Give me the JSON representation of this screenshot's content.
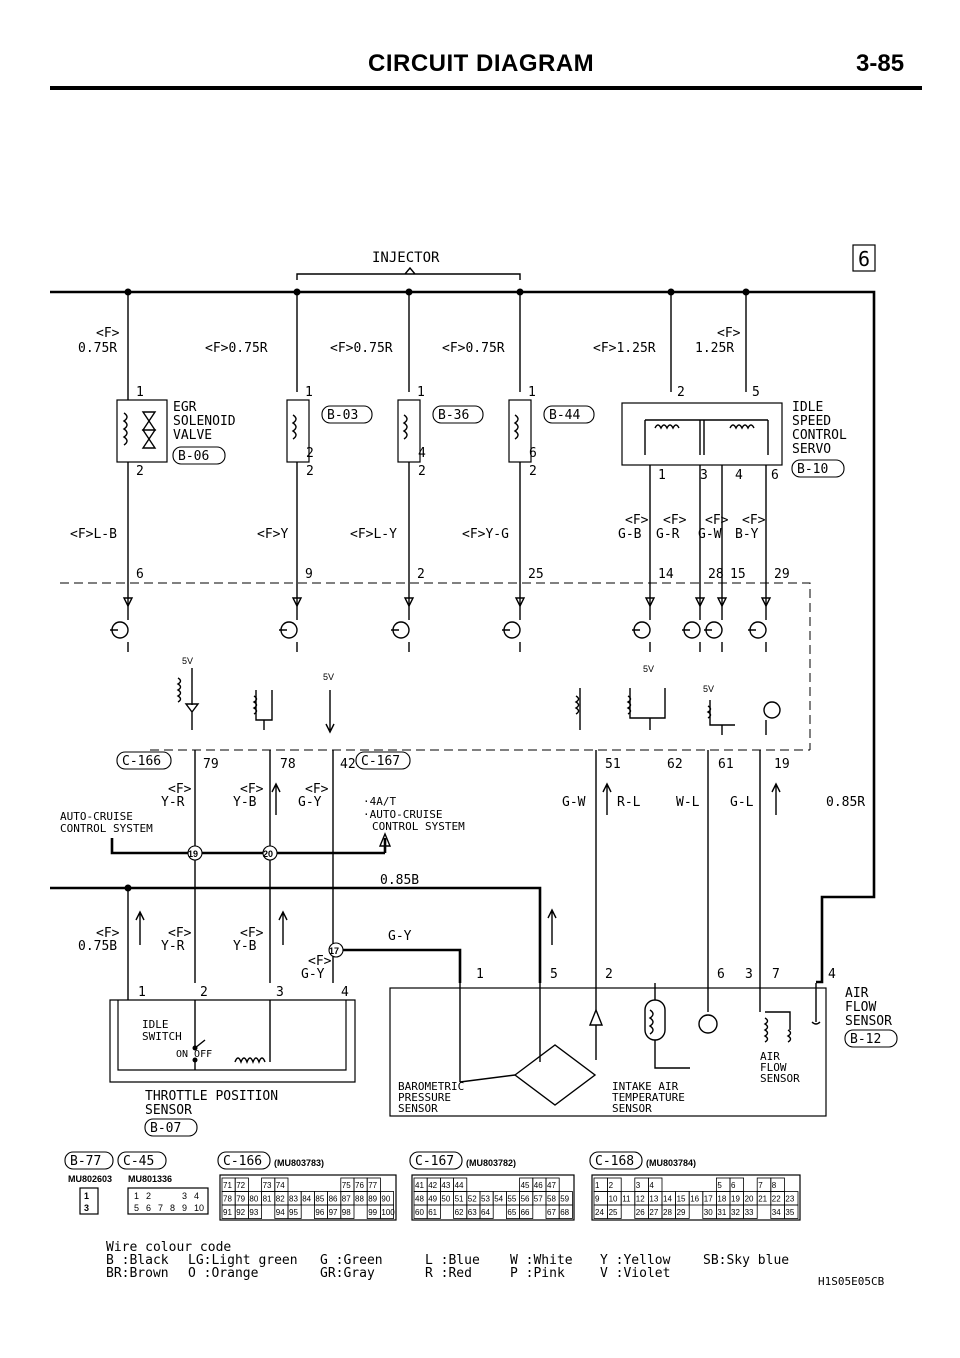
{
  "header": {
    "title": "CIRCUIT DIAGRAM",
    "page": "3-85"
  },
  "section_marker": "6",
  "injector_group_label": "INJECTOR",
  "top_wires": {
    "w1": "<F>",
    "w1b": "0.75R",
    "w2": "<F>0.75R",
    "w3": "<F>0.75R",
    "w4": "<F>0.75R",
    "w5": "<F>1.25R",
    "w6": "<F>",
    "w6b": "1.25R"
  },
  "components": {
    "egr": {
      "line1": "EGR",
      "line2": "SOLENOID",
      "line3": "VALVE",
      "ref": "B-06"
    },
    "inj1_ref": "B-03",
    "inj2_ref": "B-36",
    "inj3_ref": "B-44",
    "isc": {
      "line1": "IDLE",
      "line2": "SPEED",
      "line3": "CONTROL",
      "line4": "SERVO",
      "ref": "B-10"
    },
    "idle_switch": {
      "line1": "IDLE",
      "line2": "SWITCH",
      "on_off": "ON  OFF"
    },
    "tps": {
      "line1": "THROTTLE POSITION",
      "line2": "SENSOR",
      "ref": "B-07"
    },
    "baro": {
      "line1": "BAROMETRIC",
      "line2": "PRESSURE",
      "line3": "SENSOR"
    },
    "intake": {
      "line1": "INTAKE AIR",
      "line2": "TEMPERATURE",
      "line3": "SENSOR"
    },
    "afs_inner": {
      "line1": "AIR",
      "line2": "FLOW",
      "line3": "SENSOR"
    },
    "afs": {
      "line1": "AIR",
      "line2": "FLOW",
      "line3": "SENSOR",
      "ref": "B-12"
    }
  },
  "pins": {
    "p1": "1",
    "p2": "2",
    "p4": "4",
    "p5": "5",
    "p6": "6",
    "p3": "3",
    "p7": "7"
  },
  "mid_wires": {
    "m1": "<F>L-B",
    "m2": "<F>Y",
    "m3": "<F>L-Y",
    "m4": "<F>Y-G",
    "m5a": "<F>",
    "m5b": "G-B",
    "m6a": "<F>",
    "m6b": "G-R",
    "m7a": "<F>",
    "m7b": "G-W",
    "m8a": "<F>",
    "m8b": "B-Y"
  },
  "ecu_top_pins": [
    "6",
    "9",
    "2",
    "25",
    "14",
    "28",
    "15",
    "29"
  ],
  "ecu_bottom_pins": [
    "79",
    "78",
    "42",
    "51",
    "62",
    "61",
    "19"
  ],
  "volt": "5V",
  "ecu_refs": {
    "a": "C-166",
    "b": "C-167"
  },
  "lower_wires": {
    "l1a": "<F>",
    "l1b": "Y-R",
    "l2a": "<F>",
    "l2b": "Y-B",
    "l3a": "<F>",
    "l3b": "G-Y",
    "l4": "G-W",
    "l5": "R-L",
    "l6": "W-L",
    "l7": "G-L",
    "l8": "0.85R",
    "l9": "0.85B",
    "l10a": "<F>",
    "l10b": "0.75B",
    "l11a": "<F>",
    "l11b": "Y-R",
    "l12a": "<F>",
    "l12b": "Y-B",
    "l13a": "<F>",
    "l13b": "G-Y",
    "l14": "G-Y"
  },
  "auto_cruise_left": {
    "line1": "AUTO-CRUISE",
    "line2": "CONTROL SYSTEM"
  },
  "auto_cruise_right": {
    "line1": "·4A/T",
    "line2": "·AUTO-CRUISE",
    "line3": "CONTROL SYSTEM"
  },
  "junctions": [
    "19",
    "20",
    "17"
  ],
  "connectors": {
    "c1": {
      "ref": "B-77",
      "part": "MU802603"
    },
    "c2": {
      "ref": "C-45",
      "part": "MU801336"
    },
    "c3": {
      "ref": "C-166",
      "part": "(MU803783)"
    },
    "c4": {
      "ref": "C-167",
      "part": "(MU803782)"
    },
    "c5": {
      "ref": "C-168",
      "part": "(MU803784)"
    }
  },
  "c45_pins": [
    "1",
    "2",
    "",
    "3",
    "4",
    "5",
    "6",
    "7",
    "8",
    "9",
    "10"
  ],
  "c166_pins": {
    "row1": [
      "71",
      "72",
      "",
      "73",
      "74",
      "",
      "",
      "",
      "",
      "75",
      "76",
      "77"
    ],
    "row2": [
      "78",
      "79",
      "80",
      "81",
      "82",
      "83",
      "84",
      "85",
      "86",
      "87",
      "88",
      "89",
      "90"
    ],
    "row3": [
      "91",
      "92",
      "93",
      "",
      "94",
      "95",
      "",
      "96",
      "97",
      "98",
      "",
      "99",
      "100"
    ]
  },
  "c167_pins": {
    "row1": [
      "41",
      "42",
      "43",
      "44",
      "",
      "",
      "",
      "",
      "45",
      "46",
      "47"
    ],
    "row2": [
      "48",
      "49",
      "50",
      "51",
      "52",
      "53",
      "54",
      "55",
      "56",
      "57",
      "58",
      "59"
    ],
    "row3": [
      "60",
      "61",
      "",
      "62",
      "63",
      "64",
      "",
      "65",
      "66",
      "",
      "67",
      "68"
    ]
  },
  "c168_pins": {
    "row1": [
      "1",
      "2",
      "",
      "3",
      "4",
      "",
      "",
      "",
      "",
      "5",
      "6",
      "",
      "7",
      "8"
    ],
    "row2": [
      "9",
      "10",
      "11",
      "12",
      "13",
      "14",
      "15",
      "16",
      "17",
      "18",
      "19",
      "20",
      "21",
      "22",
      "23"
    ],
    "row3": [
      "24",
      "25",
      "",
      "26",
      "27",
      "28",
      "29",
      "",
      "30",
      "31",
      "32",
      "33",
      "",
      "34",
      "35"
    ]
  },
  "wire_code": {
    "title": "Wire colour code",
    "row1": [
      "B :Black",
      "LG:Light green",
      "G :Green",
      "L :Blue",
      "W :White",
      "Y :Yellow",
      "SB:Sky blue"
    ],
    "row2": [
      "BR:Brown",
      "O :Orange",
      "GR:Gray",
      "R :Red",
      "P :Pink",
      "V :Violet"
    ]
  },
  "figure_code": "H1S05E05CB"
}
